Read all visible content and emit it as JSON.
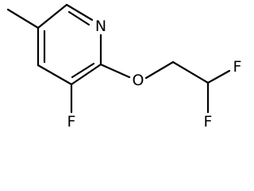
{
  "molecule": {
    "atoms": {
      "ring_nitrogen": "N",
      "ether_oxygen": "O",
      "ring_fluorine": "F",
      "terminal_fluorine_top": "F",
      "terminal_fluorine_bottom": "F"
    }
  }
}
